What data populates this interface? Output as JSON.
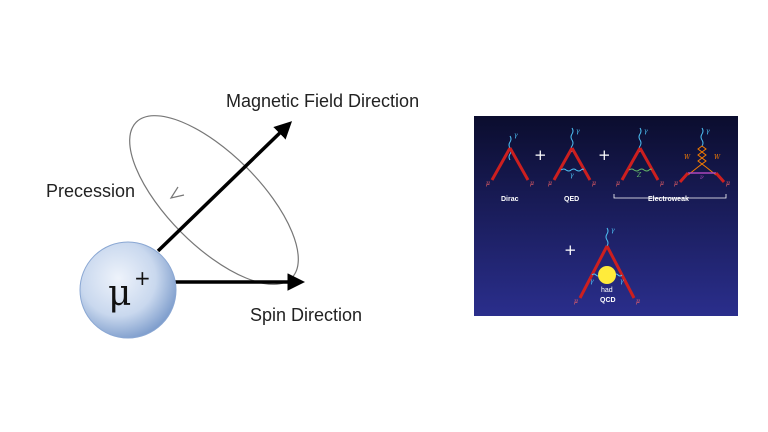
{
  "muon": {
    "symbol": "μ",
    "charge": "+"
  },
  "labels": {
    "magnetic_field": "Magnetic Field Direction",
    "precession": "Precession",
    "spin": "Spin Direction"
  },
  "feynman_panel": {
    "diagrams": [
      {
        "label": "Dirac"
      },
      {
        "label": "QED"
      },
      {
        "label": "Electroweak"
      },
      {
        "label": "QCD",
        "blob_label": "had"
      }
    ],
    "plus_sign": "+",
    "symbols": {
      "photon": "γ",
      "muon": "μ",
      "z_boson": "Z",
      "w_boson": "W",
      "neutrino": "ν"
    },
    "colors": {
      "background_top": "#0b0d2e",
      "background_bottom": "#2a2e8c",
      "fermion_line": "#cc1f1f",
      "photon_line": "#4fc3f7",
      "z_line": "#66bb6a",
      "w_line": "#f57c00",
      "neutrino_line": "#ab47bc",
      "hadronic_blob": "#ffeb3b"
    }
  }
}
